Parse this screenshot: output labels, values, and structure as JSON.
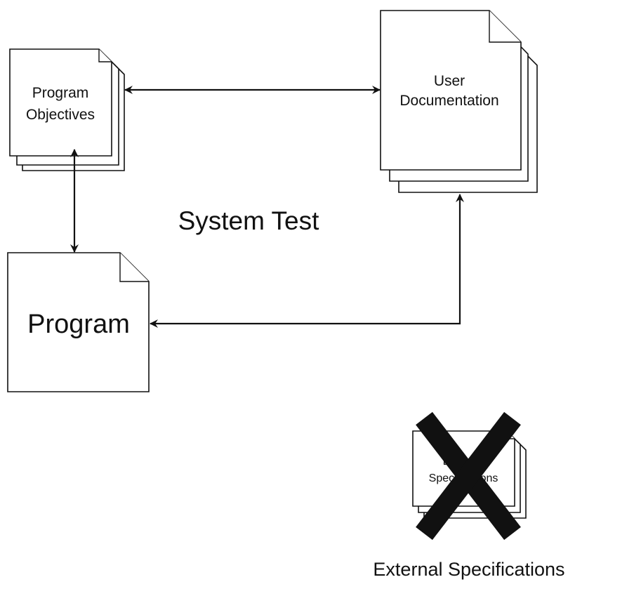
{
  "diagram": {
    "title": "System Test",
    "nodes": {
      "program_objectives": {
        "line1": "Program",
        "line2": "Objectives"
      },
      "user_documentation": {
        "line1": "User",
        "line2": "Documentation"
      },
      "program": {
        "label": "Program"
      },
      "external_specifications": {
        "line1": "External",
        "line2": "Specifications",
        "caption": "External Specifications",
        "crossed_out": true
      }
    },
    "edges": [
      {
        "from": "program_objectives",
        "to": "user_documentation",
        "direction": "both"
      },
      {
        "from": "program_objectives",
        "to": "program",
        "direction": "both"
      },
      {
        "from": "user_documentation",
        "to": "program",
        "direction": "both"
      }
    ]
  }
}
